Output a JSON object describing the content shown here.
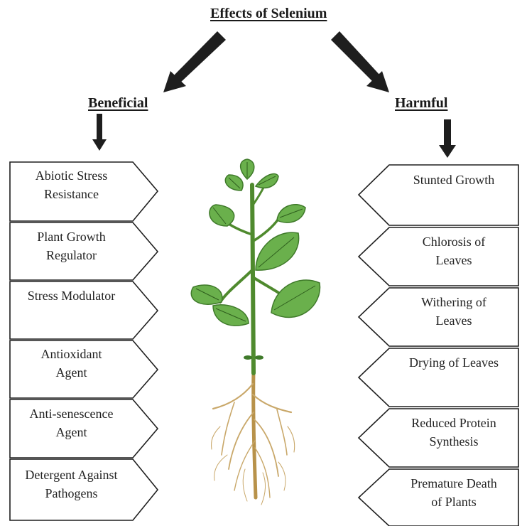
{
  "title": "Effects of Selenium",
  "beneficial": {
    "heading": "Beneficial",
    "items": [
      "Abiotic Stress\nResistance",
      "Plant Growth\nRegulator",
      "Stress Modulator",
      "Antioxidant\nAgent",
      "Anti-senescence\nAgent",
      "Detergent Against\nPathogens"
    ]
  },
  "harmful": {
    "heading": "Harmful",
    "items": [
      "Stunted Growth",
      "Chlorosis of\nLeaves",
      "Withering of\nLeaves",
      "Drying of Leaves",
      "Reduced Protein\nSynthesis",
      "Premature Death\nof Plants"
    ]
  },
  "colors": {
    "arrow": "#1e1e1e",
    "leaf": "#6ab04c",
    "leaf_dark": "#3f7a2a",
    "stem": "#4f8a2e",
    "root": "#c9a86a"
  }
}
